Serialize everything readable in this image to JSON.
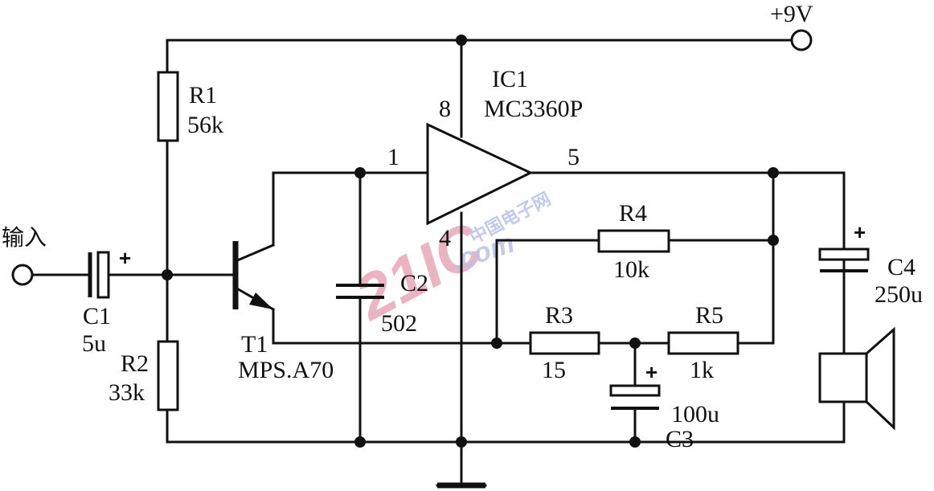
{
  "supply": {
    "label": "+9V"
  },
  "input": {
    "label": "输入"
  },
  "ic": {
    "ref": "IC1",
    "part": "MC3360P",
    "pins": {
      "p1": "1",
      "p4": "4",
      "p5": "5",
      "p8": "8"
    }
  },
  "transistor": {
    "ref": "T1",
    "part": "MPS.A70"
  },
  "resistors": {
    "r1": {
      "ref": "R1",
      "value": "56k"
    },
    "r2": {
      "ref": "R2",
      "value": "33k"
    },
    "r3": {
      "ref": "R3",
      "value": "15"
    },
    "r4": {
      "ref": "R4",
      "value": "10k"
    },
    "r5": {
      "ref": "R5",
      "value": "1k"
    }
  },
  "capacitors": {
    "c1": {
      "ref": "C1",
      "value": "5u",
      "polarity": "+"
    },
    "c2": {
      "ref": "C2",
      "value": "502"
    },
    "c3": {
      "ref": "C3",
      "value": "100u",
      "polarity": "+"
    },
    "c4": {
      "ref": "C4",
      "value": "250u",
      "polarity": "+"
    }
  },
  "watermark": {
    "logo": "21IC",
    "site": ".com",
    "cn": "中国电子网"
  }
}
